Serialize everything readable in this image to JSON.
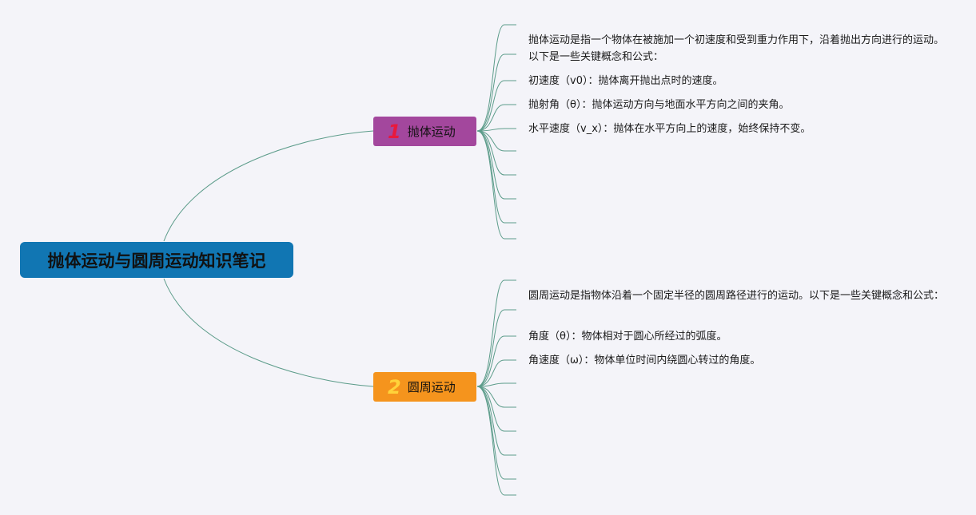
{
  "root": {
    "title": "抛体运动与圆周运动知识笔记"
  },
  "colors": {
    "background": "#f4f4f9",
    "root": "#1176b3",
    "branch1": "#a3479d",
    "branch2": "#f5941d",
    "connector": "#5c9c8a"
  },
  "branches": [
    {
      "number": "1",
      "label": "抛体运动",
      "notes": [
        "抛体运动是指一个物体在被施加一个初速度和受到重力作用下，沿着抛出方向进行的运动。以下是一些关键概念和公式：",
        "初速度（v0）：抛体离开抛出点时的速度。",
        "抛射角（θ）：抛体运动方向与地面水平方向之间的夹角。",
        "水平速度（v_x）：抛体在水平方向上的速度，始终保持不变。"
      ]
    },
    {
      "number": "2",
      "label": "圆周运动",
      "notes": [
        "圆周运动是指物体沿着一个固定半径的圆周路径进行的运动。以下是一些关键概念和公式：",
        "角度（θ）：物体相对于圆心所经过的弧度。",
        "角速度（ω）：物体单位时间内绕圆心转过的角度。"
      ]
    }
  ]
}
